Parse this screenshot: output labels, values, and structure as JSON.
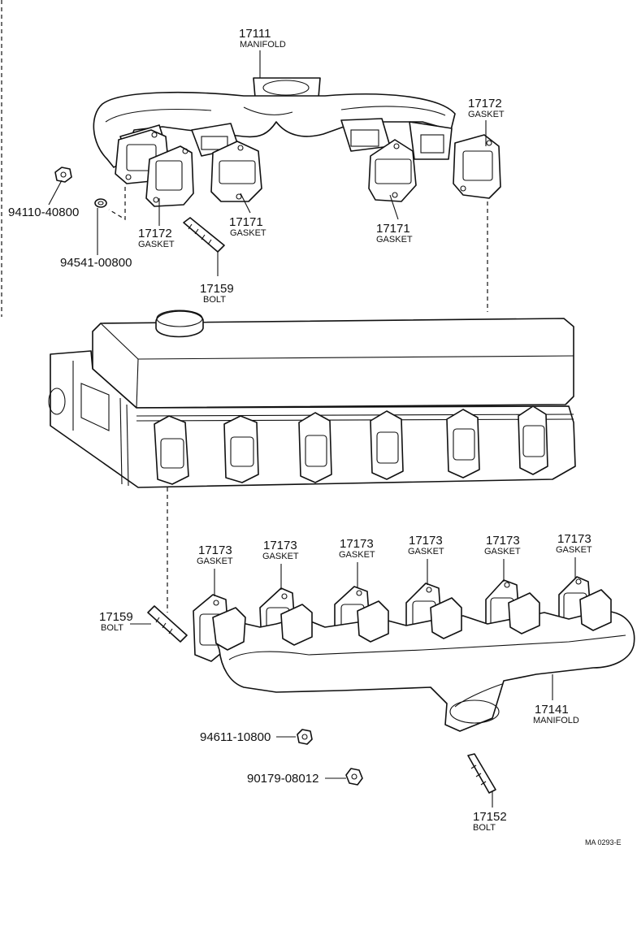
{
  "callouts": {
    "manifold_upper": {
      "number": "17111",
      "label": "MANIFOLD"
    },
    "gasket_17172_right": {
      "number": "17172",
      "label": "GASKET"
    },
    "gasket_17172_left": {
      "number": "17172",
      "label": "GASKET"
    },
    "gasket_17171_left": {
      "number": "17171",
      "label": "GASKET"
    },
    "gasket_17171_right": {
      "number": "17171",
      "label": "GASKET"
    },
    "nut_94110": {
      "number": "94110-40800"
    },
    "washer_94541": {
      "number": "94541-00800"
    },
    "bolt_upper": {
      "number": "17159",
      "label": "BOLT"
    },
    "gasket_17173_1": {
      "number": "17173",
      "label": "GASKET"
    },
    "gasket_17173_2": {
      "number": "17173",
      "label": "GASKET"
    },
    "gasket_17173_3": {
      "number": "17173",
      "label": "GASKET"
    },
    "gasket_17173_4": {
      "number": "17173",
      "label": "GASKET"
    },
    "gasket_17173_5": {
      "number": "17173",
      "label": "GASKET"
    },
    "gasket_17173_6": {
      "number": "17173",
      "label": "GASKET"
    },
    "bolt_lower": {
      "number": "17159",
      "label": "BOLT"
    },
    "manifold_lower": {
      "number": "17141",
      "label": "MANIFOLD"
    },
    "nut_94611": {
      "number": "94611-10800"
    },
    "nut_90179": {
      "number": "90179-08012"
    },
    "bolt_17152": {
      "number": "17152",
      "label": "BOLT"
    }
  },
  "figure_code": "MA 0293-E"
}
